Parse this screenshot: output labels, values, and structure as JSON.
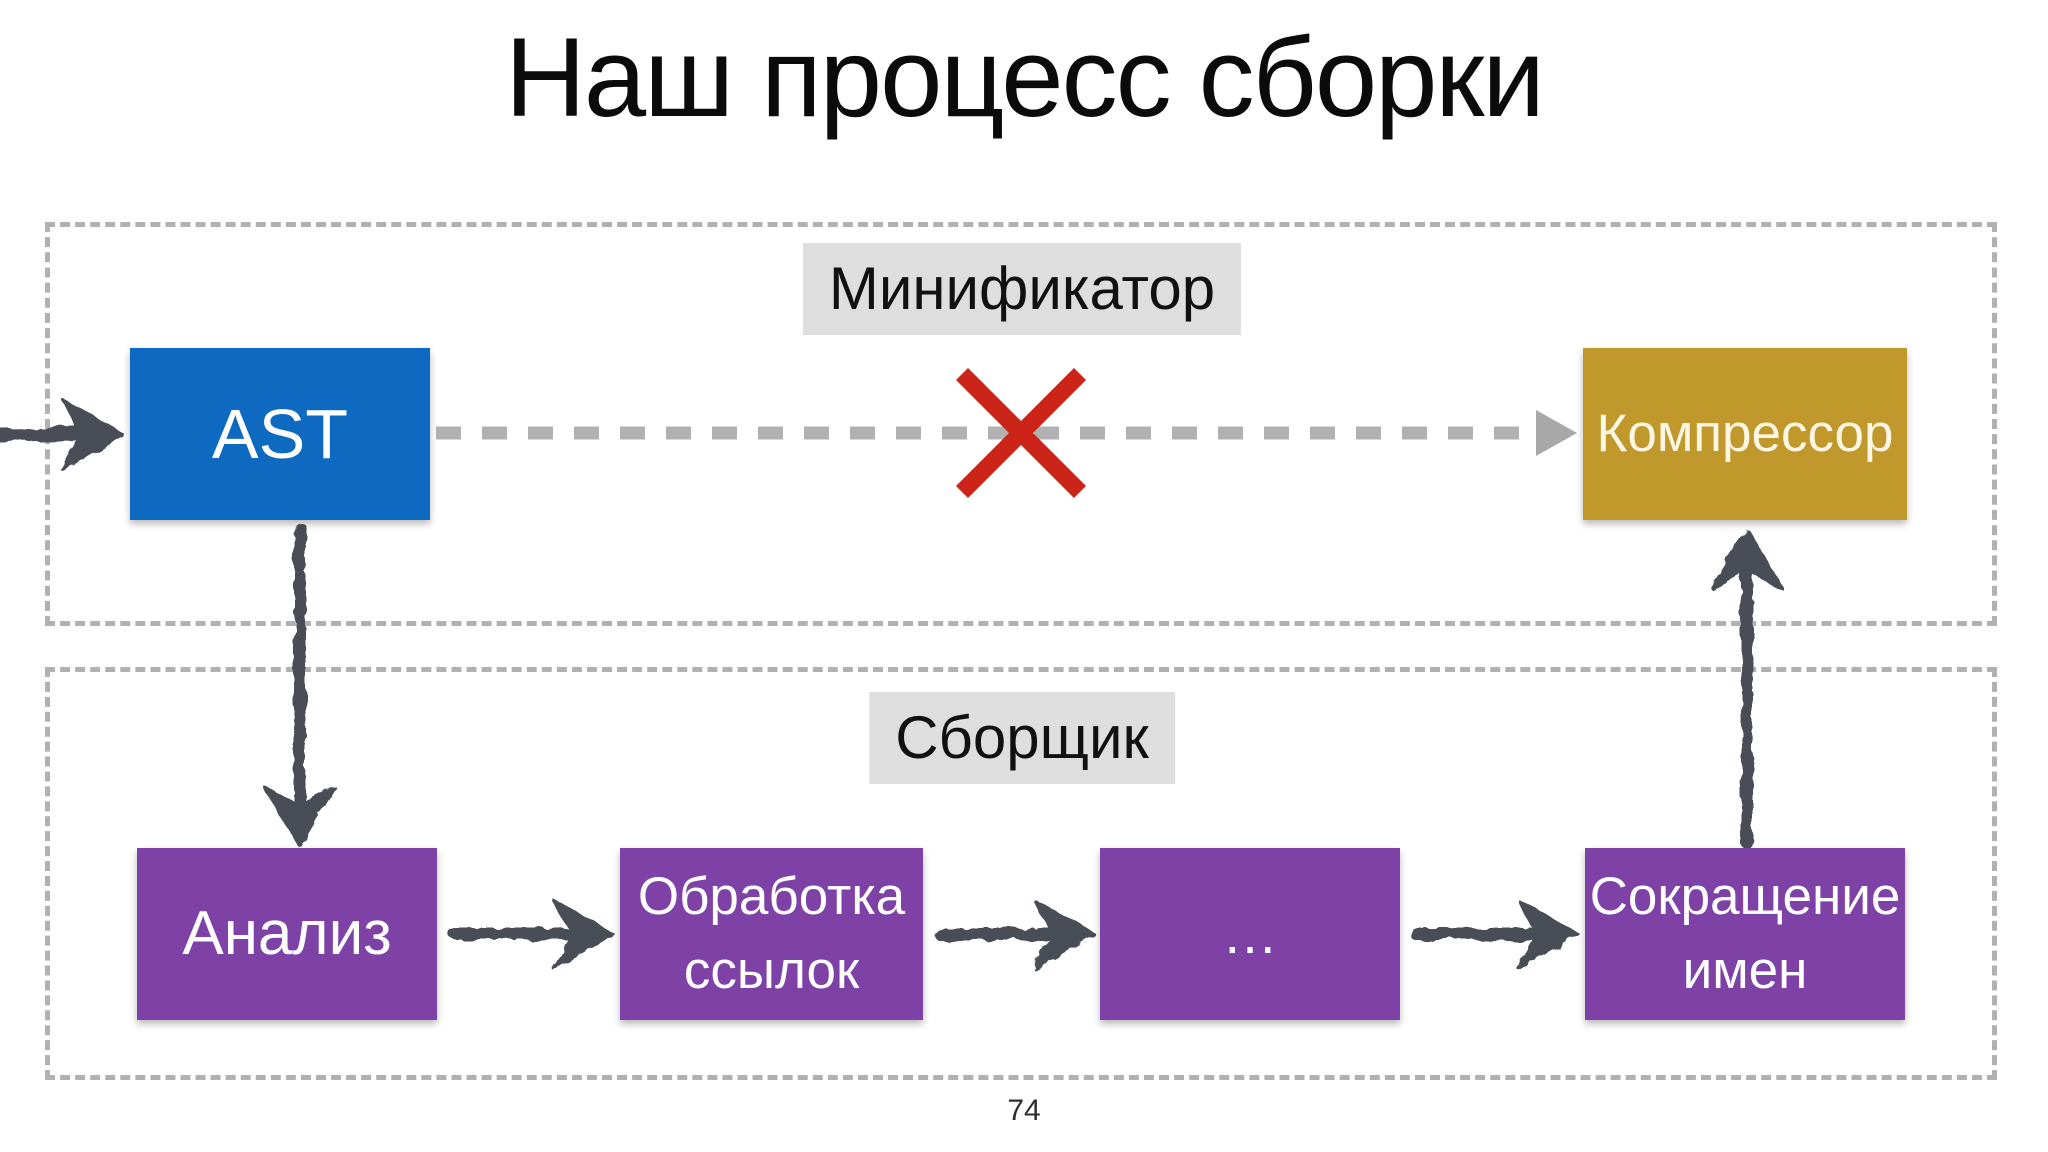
{
  "slide": {
    "title": "Наш процесс сборки",
    "page_number": "74"
  },
  "minifier": {
    "label": "Минификатор",
    "ast": "AST",
    "compressor": "Компрессор",
    "dashed_path_crossed_out": true
  },
  "builder": {
    "label": "Сборщик",
    "steps": [
      "Анализ",
      "Обработка ссылок",
      "…",
      "Сокращение имен"
    ]
  },
  "colors": {
    "box_blue": "#0e69c0",
    "box_gold": "#c0982b",
    "box_purple": "#7e42a6",
    "cross_red": "#cc2418",
    "arrow_dark": "#4a4e57",
    "dash_gray": "#b1b1b1",
    "label_bg": "#dedede"
  }
}
